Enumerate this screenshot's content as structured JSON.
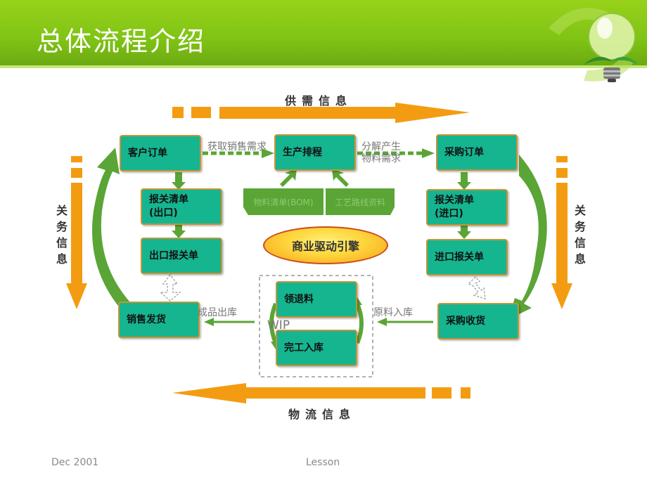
{
  "slide": {
    "title": "总体流程介绍"
  },
  "flows": {
    "top": "供需信息",
    "bottom": "物流信息"
  },
  "side_labels": {
    "left": [
      "关",
      "务",
      "信",
      "息"
    ],
    "right": [
      "关",
      "务",
      "信",
      "息"
    ]
  },
  "nodes": {
    "customer_order": "客户订单",
    "production_schedule": "生产排程",
    "purchase_order": "采购订单",
    "customs_list_export": [
      "报关清单",
      "(出口)"
    ],
    "customs_list_import": [
      "报关清单",
      "(进口)"
    ],
    "export_declaration": "出口报关单",
    "import_declaration": "进口报关单",
    "sales_shipment": "销售发货",
    "purchase_receipt": "采购收货",
    "material_return": "领退料",
    "completion_storage": "完工入库",
    "engine": "商业驱动引擎",
    "wip": "WIP"
  },
  "edge_labels": {
    "get_sales_demand": "获取销售需求",
    "decompose_demand": [
      "分解产生",
      "物料需求"
    ],
    "finished_goods_out": "成品出库",
    "raw_material_in": "原料入库"
  },
  "db_labels": {
    "left": "物料清单(BOM)",
    "right": "工艺路线资料"
  },
  "footer": {
    "left": "Dec 2001",
    "center": "Lesson"
  },
  "colors": {
    "header": "#7fc315",
    "node": "#15b590",
    "node_border": "#c89434",
    "orange": "#f39c12",
    "green_arrow": "#5aa536"
  }
}
